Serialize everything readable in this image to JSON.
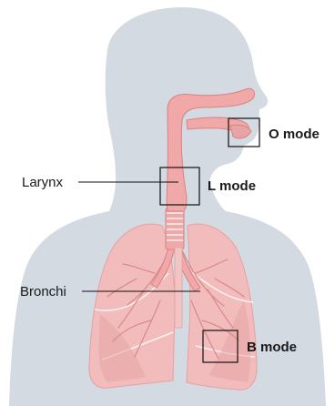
{
  "labels": {
    "larynx": "Larynx",
    "bronchi": "Bronchi",
    "o_mode": "O mode",
    "l_mode": "L mode",
    "b_mode": "B mode"
  },
  "colors": {
    "silhouette": "#d4dae2",
    "lung_fill": "#f2bcbc",
    "lung_dark": "#e7a4a4",
    "airway_fill": "#f0a8a8",
    "airway_stroke": "#d98282",
    "vessel": "#d98a8a",
    "box_stroke": "#111111",
    "leader_line": "#111111"
  }
}
